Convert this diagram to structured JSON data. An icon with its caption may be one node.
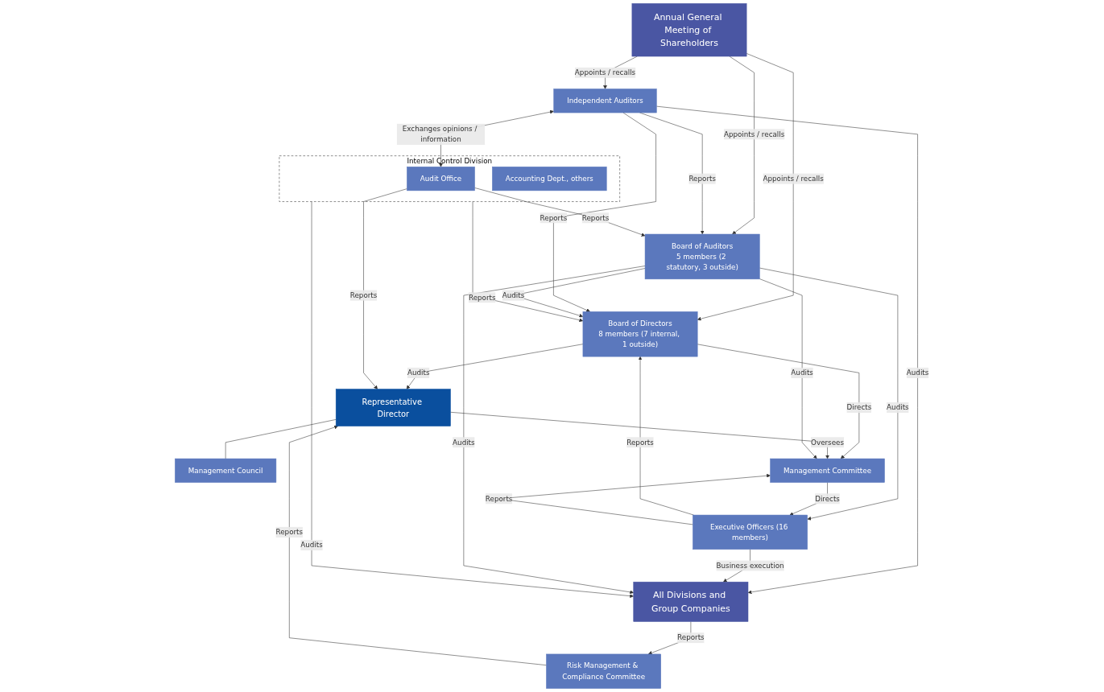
{
  "diagram": {
    "nodes": [
      {
        "text": [
          "Annual General Meeting of Shareholders"
        ]
      },
      {
        "text": [
          "Independent Auditors"
        ]
      },
      {
        "text": [
          "Board of Directors",
          "8 members (7 internal, 1 outside)"
        ]
      },
      {
        "text": [
          "Board of Auditors",
          "5 members (2 statutory, 3 outside)"
        ]
      },
      {
        "text": [
          "Representative Director"
        ]
      },
      {
        "text": [
          "Management Council"
        ]
      },
      {
        "text": [
          "Management Committee"
        ]
      },
      {
        "text": [
          "Executive Officers (16 members)"
        ]
      },
      {
        "text": [
          "Internal Control Division"
        ]
      },
      {
        "text": [
          "Audit Office"
        ],
        "in": 8
      },
      {
        "text": [
          "Accounting Dept., others"
        ],
        "in": 8
      },
      {
        "text": [
          "Risk Management & Compliance Committee"
        ]
      },
      {
        "text": [
          "All Divisions and Group Companies"
        ]
      }
    ],
    "edges": [
      {
        "from": 0,
        "to": 1,
        "arrow": "to",
        "label": "Appoints / recalls"
      },
      {
        "from": 0,
        "to": 2,
        "arrow": "to",
        "label": "Appoints / recalls"
      },
      {
        "from": 0,
        "to": 3,
        "arrow": "to",
        "label": "Appoints / recalls"
      },
      {
        "from": 1,
        "to": 3,
        "arrow": "to",
        "label": "Reports"
      },
      {
        "from": 1,
        "to": 2,
        "arrow": "to",
        "label": "Reports"
      },
      {
        "from": 3,
        "to": 2,
        "arrow": "to",
        "label": "Audits"
      },
      {
        "from": 8,
        "to": 2,
        "arrow": "to",
        "label": "Reports"
      },
      {
        "from": 2,
        "to": 4,
        "arrow": "to",
        "label": "Audits"
      },
      {
        "from": 11,
        "to": 4,
        "arrow": "to",
        "label": "Reports"
      },
      {
        "from": 9,
        "to": 4,
        "arrow": "to",
        "label": "Reports"
      },
      {
        "from": 9,
        "to": 3,
        "arrow": "to",
        "label": "Reports"
      },
      {
        "from": 7,
        "to": 2,
        "arrow": "to",
        "label": "Reports"
      },
      {
        "from": 2,
        "to": 6,
        "arrow": "to",
        "label": "Directs"
      },
      {
        "from": 4,
        "to": 6,
        "arrow": "to",
        "label": "Oversees"
      },
      {
        "from": 4,
        "to": 5,
        "arrow": "none"
      },
      {
        "from": 3,
        "to": 6,
        "arrow": "to",
        "label": "Audits"
      },
      {
        "from": 3,
        "to": 7,
        "arrow": "to",
        "label": "Audits"
      },
      {
        "from": 6,
        "to": 7,
        "arrow": "to",
        "label": "Directs"
      },
      {
        "from": 7,
        "to": 6,
        "arrow": "to",
        "label": "Reports"
      },
      {
        "from": 1,
        "to": 9,
        "arrow": "both",
        "label": "Exchanges opinions / information"
      },
      {
        "from": 1,
        "to": 12,
        "arrow": "to",
        "label": "Audits"
      },
      {
        "from": 7,
        "to": 12,
        "arrow": "to",
        "label": "Business execution"
      },
      {
        "from": 12,
        "to": 11,
        "arrow": "to",
        "label": "Reports"
      },
      {
        "from": 8,
        "to": 12,
        "arrow": "to",
        "label": "Audits"
      },
      {
        "from": 3,
        "to": 12,
        "arrow": "to",
        "label": "Audits"
      }
    ]
  }
}
